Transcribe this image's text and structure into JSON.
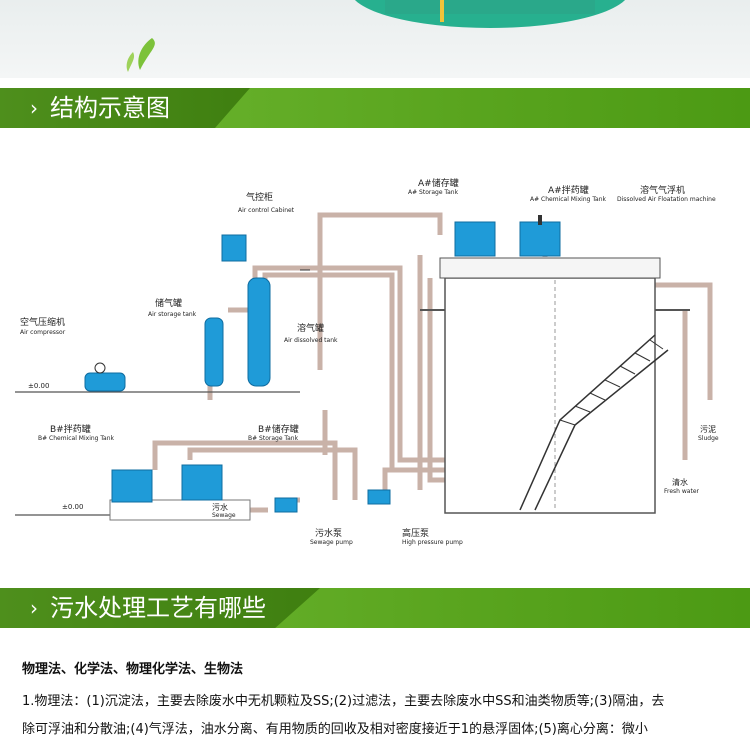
{
  "sections": [
    {
      "title": "结构示意图"
    },
    {
      "title": "污水处理工艺有哪些"
    }
  ],
  "diagram": {
    "labels": {
      "air_control_cn": "气控柜",
      "air_control_en": "Air control Cabinet",
      "a_storage_cn": "A#储存罐",
      "a_storage_en": "A# Storage Tank",
      "a_mixing_cn": "A#拌药罐",
      "a_mixing_en": "A# Chemical Mixing Tank",
      "daf_cn": "溶气气浮机",
      "daf_en": "Dissolved Air Floatation machine",
      "air_storage_cn": "储气罐",
      "air_storage_en": "Air storage tank",
      "dissolved_cn": "溶气罐",
      "dissolved_en": "Air dissolved tank",
      "compressor_cn": "空气压缩机",
      "compressor_en": "Air compressor",
      "level1": "±0.00",
      "level2": "±0.00",
      "b_mixing_cn": "B#拌药罐",
      "b_mixing_en": "B# Chemical Mixing Tank",
      "b_storage_cn": "B#储存罐",
      "b_storage_en": "B# Storage Tank",
      "sewage_in_cn": "污水",
      "sewage_in_en": "Sewage",
      "sewage_pump_cn": "污水泵",
      "sewage_pump_en": "Sewage pump",
      "hp_pump_cn": "高压泵",
      "hp_pump_en": "High pressure pump",
      "sludge_cn": "污泥",
      "sludge_en": "Sludge",
      "fresh_cn": "清水",
      "fresh_en": "Fresh water"
    }
  },
  "content": {
    "subheading": "物理法、化学法、物理化学法、生物法",
    "line1": "1.物理法：(1)沉淀法，主要去除废水中无机颗粒及SS;(2)过滤法，主要去除废水中SS和油类物质等;(3)隔油，去",
    "line2": "除可浮油和分散油;(4)气浮法，油水分离、有用物质的回收及相对密度接近于1的悬浮固体;(5)离心分离：微小"
  },
  "colors": {
    "green": "#5aa51f",
    "pipe": "#c9b2a8",
    "tank": "#1f9bd8"
  }
}
